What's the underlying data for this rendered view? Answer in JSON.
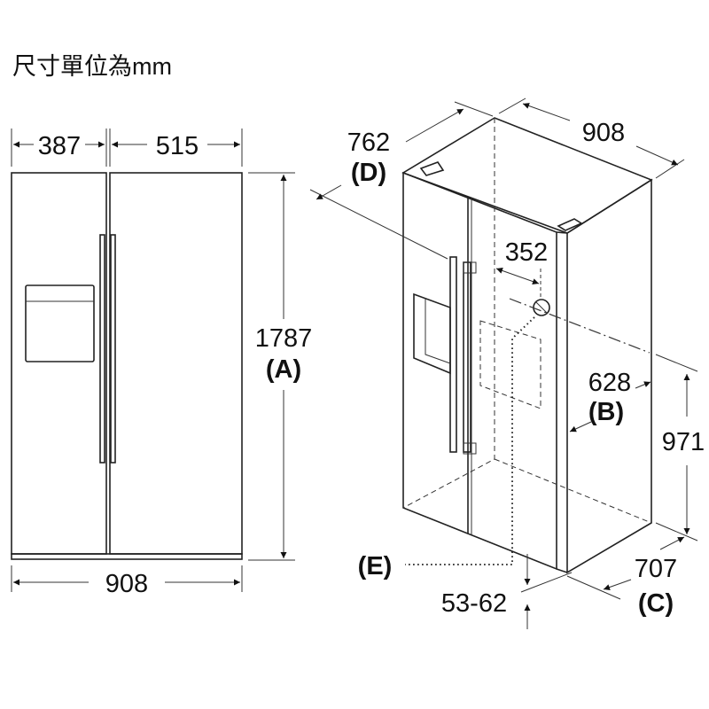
{
  "title": "尺寸單位為mm",
  "front_view": {
    "left_door_width": "387",
    "right_door_width": "515",
    "height": "1787",
    "height_label": "(A)",
    "total_width": "908"
  },
  "iso_view": {
    "depth": "762",
    "depth_label": "(D)",
    "width": "908",
    "connection_offset": "352",
    "side_depth": "628",
    "side_depth_label": "(B)",
    "connection_height": "971",
    "body_depth": "707",
    "body_depth_label": "(C)",
    "water_line_label": "(E)",
    "foot_height": "53-62"
  }
}
